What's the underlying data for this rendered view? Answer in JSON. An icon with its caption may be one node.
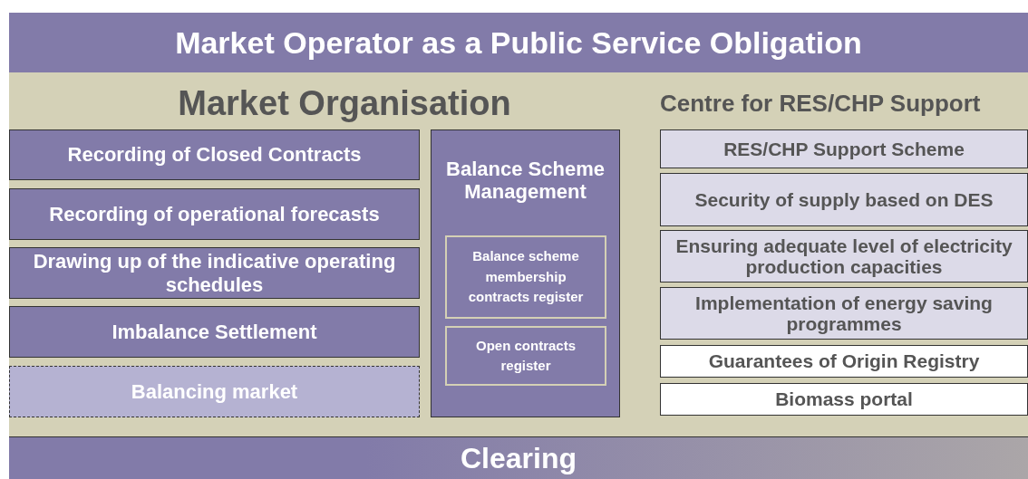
{
  "diagram": {
    "nodes": [
      {
        "text": [
          "Market Operator as a Public Service Obligation"
        ]
      },
      {
        "text": [
          "Recording of Closed Contracts"
        ]
      },
      {
        "text": [
          "Recording of operational forecasts"
        ]
      },
      {
        "text": [
          "Drawing up of the indicative operating schedules"
        ]
      },
      {
        "text": [
          "Imbalance Settlement"
        ]
      },
      {
        "text": [
          "Balancing market"
        ]
      },
      {
        "text": [
          "Balance Scheme Management"
        ]
      },
      {
        "text": [
          "Balance scheme membership contracts register"
        ],
        "in": 6
      },
      {
        "text": [
          "Open contracts register"
        ],
        "in": 6
      },
      {
        "text": [
          "RES/CHP Support Scheme"
        ]
      },
      {
        "text": [
          "Security of supply based on DES"
        ]
      },
      {
        "text": [
          "Ensuring adequate level of electricity production capacities"
        ]
      },
      {
        "text": [
          "Implementation of energy saving programmes"
        ]
      },
      {
        "text": [
          "Guarantees of Origin Registry"
        ]
      },
      {
        "text": [
          "Biomass portal"
        ]
      },
      {
        "text": [
          "Clearing"
        ]
      }
    ],
    "labels": [
      "Market Organisation",
      "Centre for RES/CHP Support"
    ]
  }
}
